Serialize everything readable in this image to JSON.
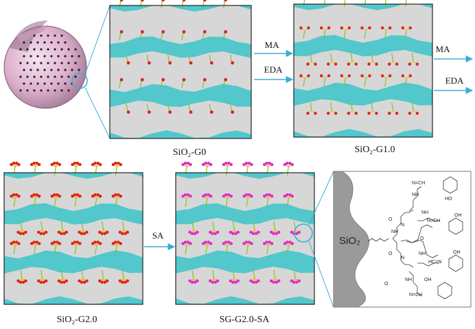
{
  "colors": {
    "teal": "#52c7cc",
    "silica": "#d7d7d7",
    "outline": "#222222",
    "arrow": "#3aaed6",
    "red": "#e0211b",
    "magenta": "#e02ad0",
    "stem_green": "#7cc43a",
    "stem_yellow": "#e5c21a",
    "sphere": "#e2bcd6",
    "zoom_line": "#3aaed6"
  },
  "icons": [
    "silica-sphere-icon",
    "zoom-circle-icon",
    "arrow-icon"
  ],
  "panels": {
    "g0": {
      "label": "SiO₂-G0"
    },
    "g1": {
      "label": "SiO₂-G1.0"
    },
    "g2": {
      "label": "SiO₂-G2.0"
    },
    "sa": {
      "label": "SG-G2.0-SA"
    }
  },
  "arrows": {
    "a1": {
      "top": "MA",
      "bottom": "EDA"
    },
    "a2": {
      "top": "MA",
      "bottom": "EDA"
    },
    "a3": {
      "top": "SA"
    }
  },
  "structure": {
    "core": "SiO₂",
    "groups": {
      "nh": "NH",
      "n": "N",
      "o": "O",
      "ho": "HO",
      "oh": "OH",
      "imine": "N=CH",
      "imine_rev": "HC=N"
    }
  }
}
